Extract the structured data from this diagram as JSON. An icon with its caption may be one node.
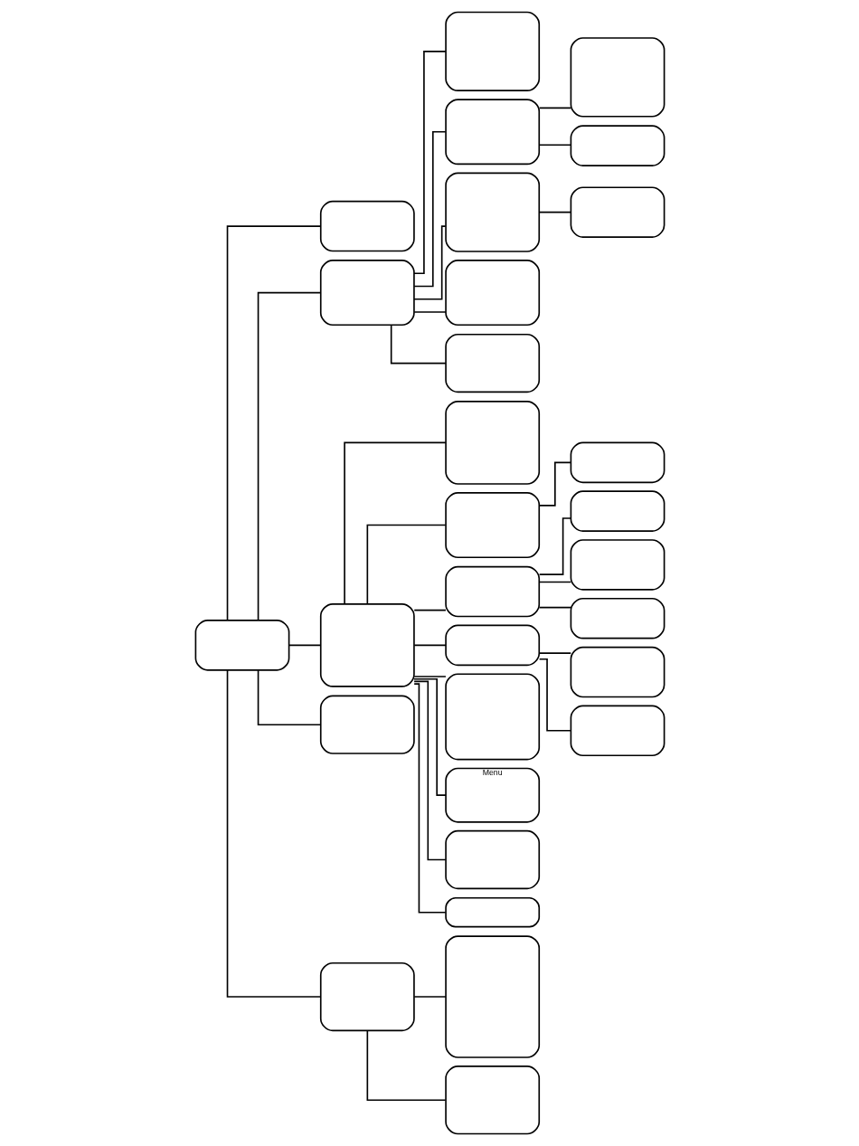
{
  "diagram": {
    "nodes": [
      {
        "text": [],
        "shape": "box"
      },
      {
        "text": [],
        "shape": "box"
      },
      {
        "text": [],
        "shape": "box"
      },
      {
        "text": [],
        "shape": "box"
      },
      {
        "text": [],
        "shape": "box"
      },
      {
        "text": [],
        "shape": "box"
      },
      {
        "text": [],
        "shape": "box"
      },
      {
        "text": [],
        "shape": "box"
      },
      {
        "text": [],
        "shape": "box"
      },
      {
        "text": [],
        "shape": "box"
      },
      {
        "text": [],
        "shape": "box"
      },
      {
        "text": [],
        "shape": "box"
      },
      {
        "text": [],
        "shape": "box"
      },
      {
        "text": [],
        "shape": "box"
      },
      {
        "text": [],
        "shape": "box"
      },
      {
        "text": [],
        "shape": "box"
      },
      {
        "text": [],
        "shape": "box"
      },
      {
        "text": [],
        "shape": "box"
      },
      {
        "text": [],
        "shape": "box"
      },
      {
        "text": [],
        "shape": "box"
      },
      {
        "text": [],
        "shape": "box"
      },
      {
        "text": [],
        "shape": "box"
      },
      {
        "text": [],
        "shape": "box"
      },
      {
        "text": [
          "Menu"
        ]
      },
      {
        "text": [],
        "shape": "box"
      },
      {
        "text": [],
        "shape": "box"
      },
      {
        "text": [],
        "shape": "box"
      },
      {
        "text": [],
        "shape": "box"
      },
      {
        "text": [],
        "shape": "box"
      },
      {
        "text": [],
        "shape": "box"
      }
    ],
    "edges": [
      {
        "from": 0,
        "to": 1,
        "arrow": "none"
      },
      {
        "from": 0,
        "to": 2,
        "arrow": "none"
      },
      {
        "from": 0,
        "to": 11,
        "arrow": "none"
      },
      {
        "from": 0,
        "to": 26,
        "arrow": "none"
      },
      {
        "from": 0,
        "to": 27,
        "arrow": "none"
      },
      {
        "from": 2,
        "to": 3,
        "arrow": "none"
      },
      {
        "from": 2,
        "to": 4,
        "arrow": "none"
      },
      {
        "from": 2,
        "to": 7,
        "arrow": "none"
      },
      {
        "from": 2,
        "to": 9,
        "arrow": "none"
      },
      {
        "from": 2,
        "to": 10,
        "arrow": "none"
      },
      {
        "from": 4,
        "to": 5,
        "arrow": "none"
      },
      {
        "from": 4,
        "to": 6,
        "arrow": "none"
      },
      {
        "from": 7,
        "to": 8,
        "arrow": "none"
      },
      {
        "from": 11,
        "to": 12,
        "arrow": "none"
      },
      {
        "from": 11,
        "to": 13,
        "arrow": "none"
      },
      {
        "from": 11,
        "to": 15,
        "arrow": "none"
      },
      {
        "from": 11,
        "to": 19,
        "arrow": "none"
      },
      {
        "from": 11,
        "to": 22,
        "arrow": "none"
      },
      {
        "from": 11,
        "to": 23,
        "arrow": "none"
      },
      {
        "from": 11,
        "to": 24,
        "arrow": "none"
      },
      {
        "from": 11,
        "to": 25,
        "arrow": "none"
      },
      {
        "from": 13,
        "to": 14,
        "arrow": "none"
      },
      {
        "from": 15,
        "to": 16,
        "arrow": "none"
      },
      {
        "from": 15,
        "to": 17,
        "arrow": "none"
      },
      {
        "from": 15,
        "to": 18,
        "arrow": "none"
      },
      {
        "from": 19,
        "to": 20,
        "arrow": "none"
      },
      {
        "from": 19,
        "to": 21,
        "arrow": "none"
      },
      {
        "from": 27,
        "to": 28,
        "arrow": "none"
      },
      {
        "from": 27,
        "to": 29,
        "arrow": "none"
      }
    ]
  }
}
